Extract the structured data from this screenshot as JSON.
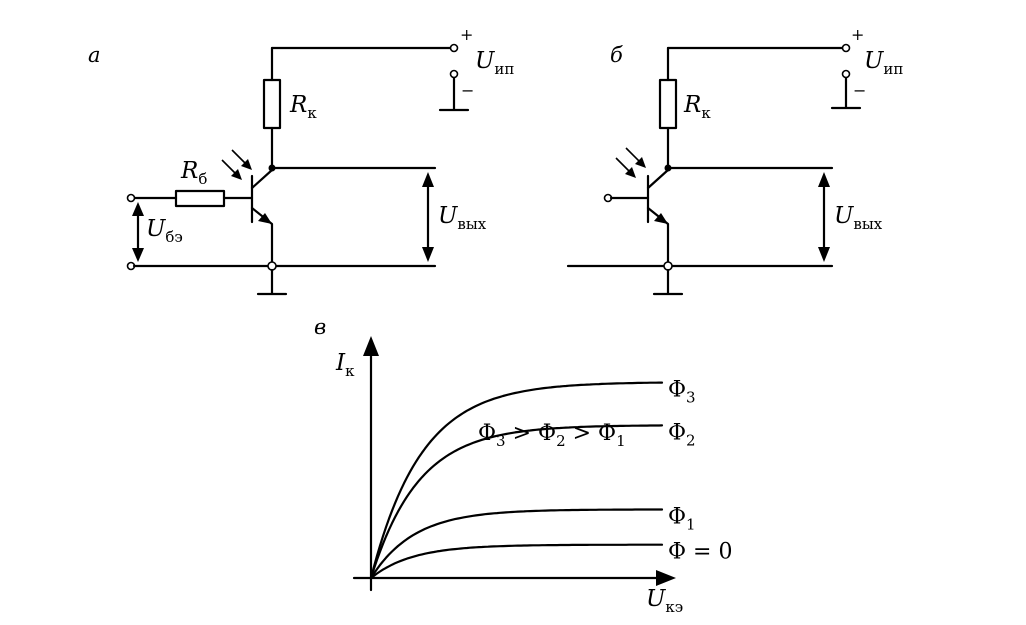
{
  "panels": {
    "a": "а",
    "b": "б",
    "c": "в"
  },
  "circuit_a": {
    "supply_symbol": "U",
    "supply_sub": "ип",
    "plus": "+",
    "minus": "−",
    "rk_symbol": "R",
    "rk_sub": "к",
    "rb_symbol": "R",
    "rb_sub": "б",
    "ube_symbol": "U",
    "ube_sub": "бэ",
    "uout_symbol": "U",
    "uout_sub": "вых"
  },
  "circuit_b": {
    "supply_symbol": "U",
    "supply_sub": "ип",
    "plus": "+",
    "minus": "−",
    "rk_symbol": "R",
    "rk_sub": "к",
    "uout_symbol": "U",
    "uout_sub": "вых"
  },
  "graph": {
    "y_symbol": "I",
    "y_sub": "к",
    "x_symbol": "U",
    "x_sub": "кэ",
    "relation": {
      "s1": "Φ",
      "n1": "3",
      "op1": " > ",
      "s2": "Φ",
      "n2": "2",
      "op2": " > ",
      "s3": "Φ",
      "n3": "1"
    },
    "curves": [
      {
        "symbol": "Φ",
        "sub": "3",
        "eq": "",
        "level": 1.0
      },
      {
        "symbol": "Φ",
        "sub": "2",
        "eq": "",
        "level": 0.78
      },
      {
        "symbol": "Φ",
        "sub": "1",
        "eq": "",
        "level": 0.35
      },
      {
        "symbol": "Φ",
        "sub": "",
        "eq": " = 0",
        "level": 0.17
      }
    ]
  }
}
